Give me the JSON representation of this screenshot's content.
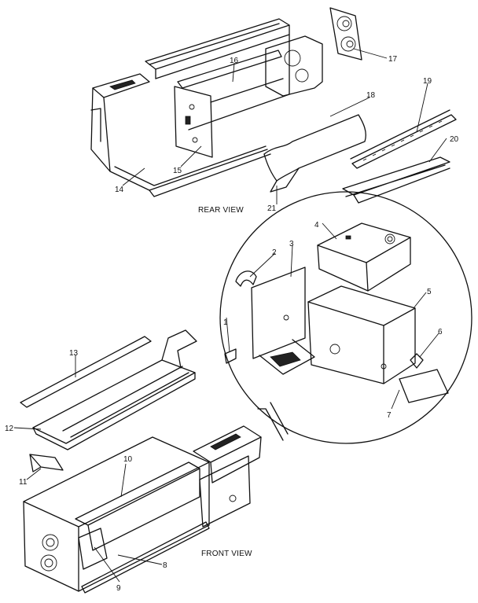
{
  "captions": {
    "rear": "REAR VIEW",
    "front": "FRONT VIEW"
  },
  "parts": [
    {
      "number": "1"
    },
    {
      "number": "2"
    },
    {
      "number": "3"
    },
    {
      "number": "4"
    },
    {
      "number": "5"
    },
    {
      "number": "6"
    },
    {
      "number": "7"
    },
    {
      "number": "8"
    },
    {
      "number": "9"
    },
    {
      "number": "10"
    },
    {
      "number": "11"
    },
    {
      "number": "12"
    },
    {
      "number": "13"
    },
    {
      "number": "14"
    },
    {
      "number": "15"
    },
    {
      "number": "16"
    },
    {
      "number": "17"
    },
    {
      "number": "18"
    },
    {
      "number": "19"
    },
    {
      "number": "20"
    },
    {
      "number": "21"
    }
  ]
}
